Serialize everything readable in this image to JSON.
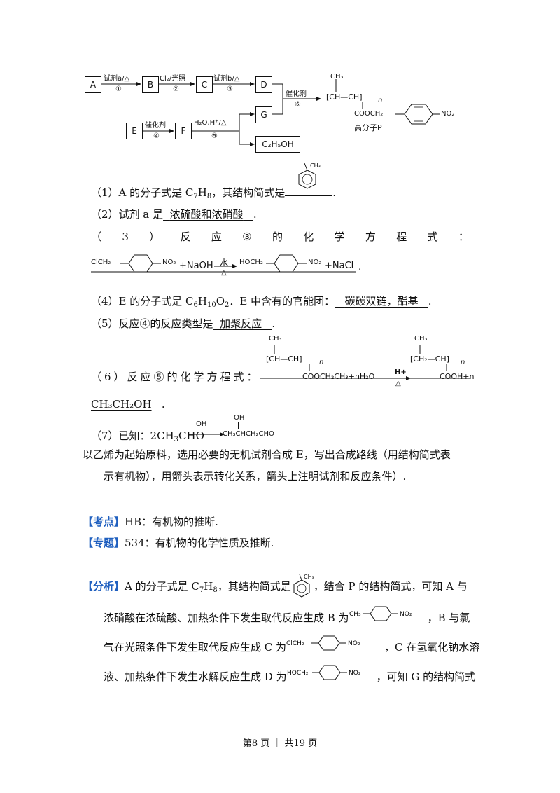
{
  "diagram": {
    "box_a": "A",
    "box_b": "B",
    "box_c": "C",
    "box_d": "D",
    "box_e": "E",
    "box_f": "F",
    "box_g": "G",
    "box_ethanol": "C₂H₅OH",
    "arrow1_top": "试剂a/△",
    "arrow1_bottom": "①",
    "arrow2_top": "Cl₂/光照",
    "arrow2_bottom": "②",
    "arrow3_top": "试剂b/△",
    "arrow3_bottom": "③",
    "arrow4_top": "催化剂",
    "arrow4_bottom": "④",
    "arrow5_top": "H₂O,H⁺/△",
    "arrow5_bottom": "⑤",
    "arrow6_top": "催化剂",
    "arrow6_bottom": "⑥",
    "polymer_label": "高分子P",
    "polymer_ch3": "CH₃",
    "polymer_chain": "[CH—CH]",
    "polymer_ester": "COOCH₂",
    "polymer_no2": "NO₂"
  },
  "q1": {
    "prefix": "（1）A 的分子式是 C",
    "sub7": "7",
    "h": "H",
    "sub8": "8",
    "suffix": "，其结构简式是",
    "end": ".",
    "ch3": "CH₃"
  },
  "q2": {
    "prefix": "（2）试剂 a 是",
    "answer": "浓硫酸和浓硝酸",
    "end": "."
  },
  "q3": {
    "chars": [
      "（",
      "3",
      "）",
      "反",
      "应",
      "③",
      "的",
      "化",
      "学",
      "方",
      "程",
      "式",
      "："
    ],
    "reactant": "ClCH₂",
    "no2": "NO₂",
    "plus_naoh": "+NaOH",
    "cond_top": "水",
    "cond_bottom": "△",
    "product": "HOCH₂",
    "plus_nacl": "+NaCl",
    "end": "."
  },
  "q4": {
    "prefix": "（4）E 的分子式是 C",
    "s6": "6",
    "h": "H",
    "s10": "10",
    "o": "O",
    "s2": "2",
    "mid": "．E 中含有的官能团：",
    "answer": "碳碳双链，酯基",
    "end": "."
  },
  "q5": {
    "prefix": "（5）反应④的反应类型是",
    "answer": "加聚反应",
    "end": "."
  },
  "q6": {
    "prefix": "（6）反应⑤的化学方程式：",
    "ch3": "CH₃",
    "chain1": "[CH—CH]",
    "n": "n",
    "ester": "COOCH₂CH₃+nH₂O",
    "cond_top": "H+",
    "cond_bottom": "△",
    "chain2": "[CH₂—CH]",
    "acid": "COOH+n",
    "line2": "CH₃CH₂OH",
    "end": "."
  },
  "q7": {
    "prefix": "（7）已知：2CH",
    "s3": "3",
    "cho": "CHO",
    "cond": "OH⁻",
    "product": "CH₃CHCH₂CHO",
    "oh": "OH",
    "line2": "以乙烯为起始原料，选用必要的无机试剂合成 E，写出合成路线（用结构简式表",
    "line3": "示有机物），用箭头表示转化关系，箭头上注明试剂和反应条件）."
  },
  "kaodian": {
    "tag": "【考点】",
    "text": "HB：有机物的推断."
  },
  "zhuanti": {
    "tag": "【专题】",
    "text": "534：有机物的化学性质及推断."
  },
  "fenxi": {
    "tag": "【分析】",
    "l1a": "A 的分子式是 C",
    "l1b": "，其结构简式是",
    "l1c": "，结合 P 的结构简式，可知 A 与",
    "l2a": "浓硝酸在浓硫酸、加热条件下发生取代反应生成 B 为",
    "l2b": "，B 与氯",
    "l3a": "气在光照条件下发生取代反应生成 C 为",
    "l3b": "，C 在氢氧化钠水溶",
    "l4a": "液、加热条件下发生水解反应生成 D 为",
    "l4b": "，可知 G 的结构简式",
    "ch3": "CH₃",
    "clch2": "ClCH₂",
    "hoch2": "HOCH₂",
    "no2": "NO₂"
  },
  "footer": "第8 页 ｜ 共19 页"
}
